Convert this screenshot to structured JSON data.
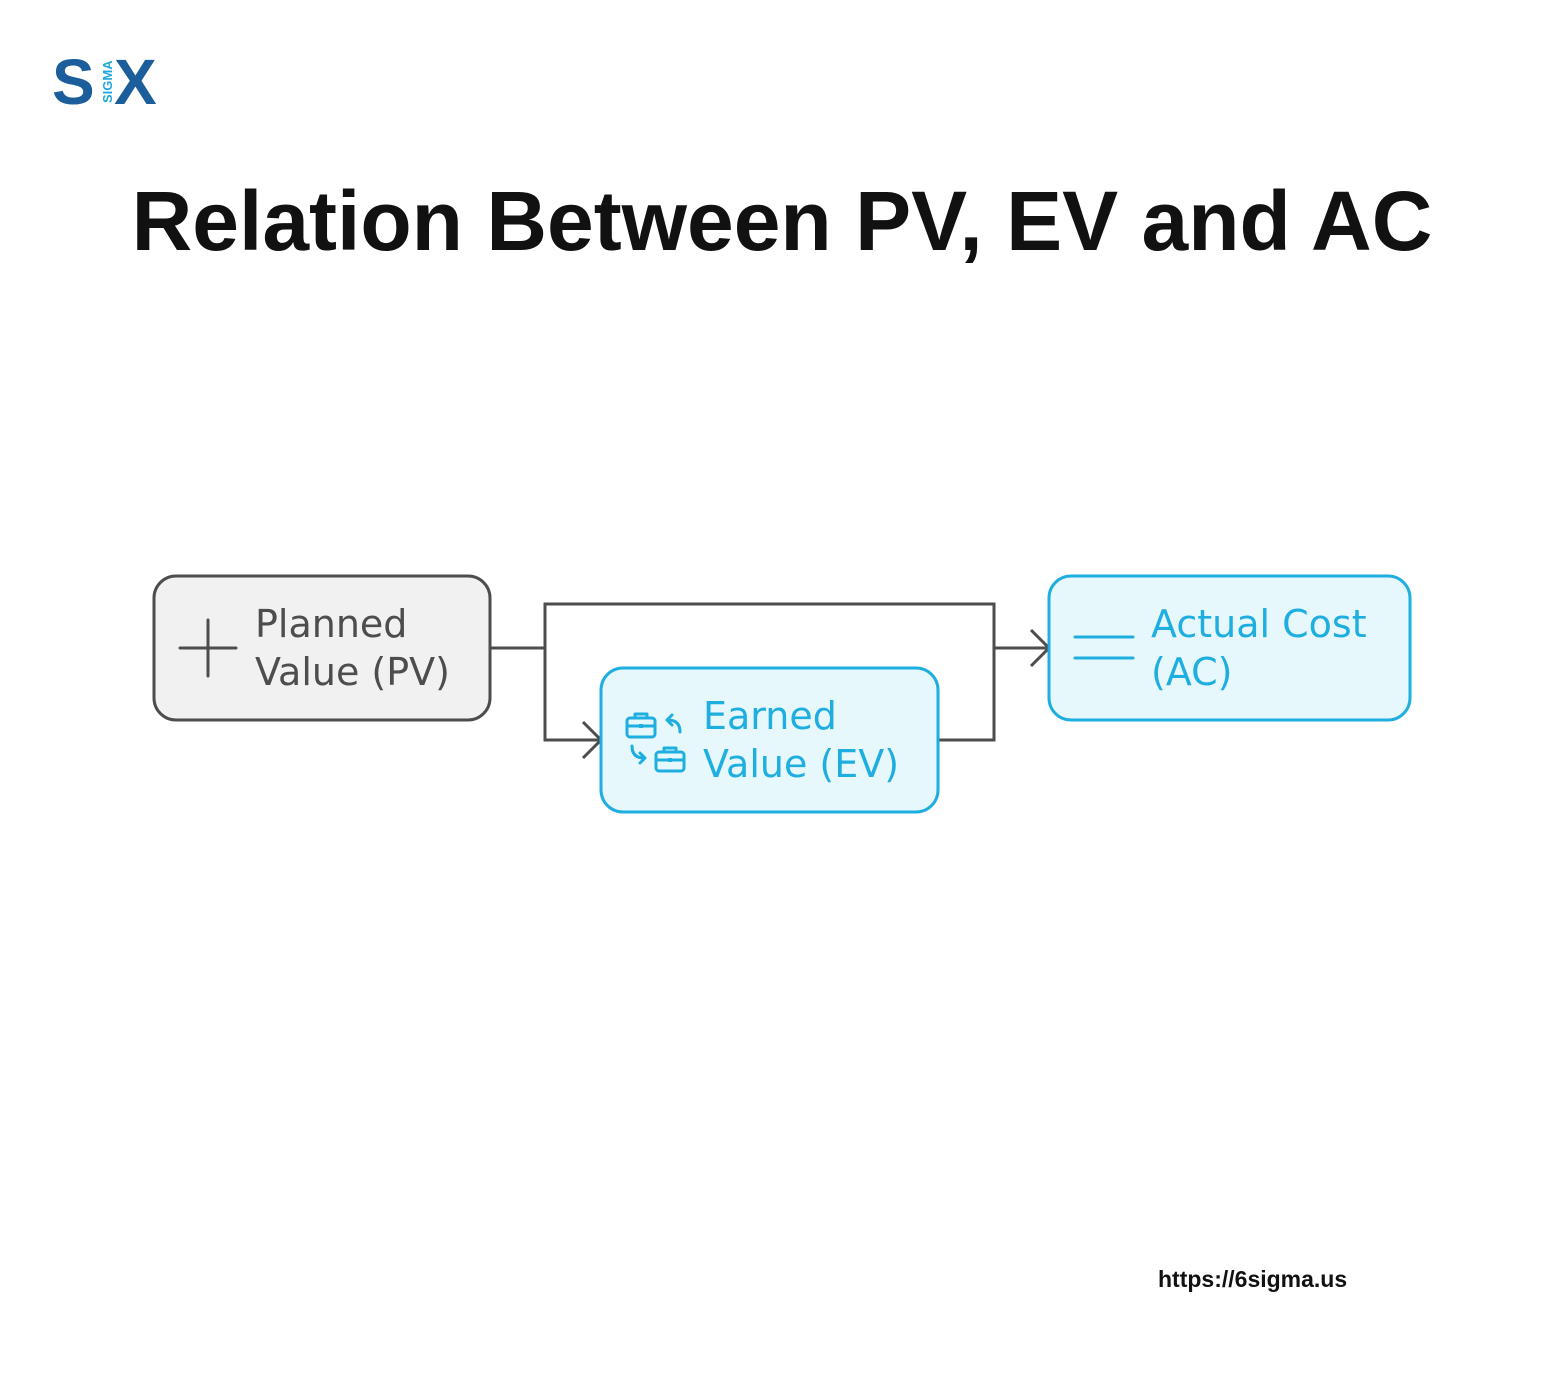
{
  "logo": {
    "letter_s": "S",
    "letter_x": "X",
    "vertical_text": "SIGMA"
  },
  "title": "Relation Between PV, EV and AC",
  "nodes": {
    "pv": {
      "line1": "Planned",
      "line2": "Value (PV)",
      "icon": "plus-icon"
    },
    "ev": {
      "line1": "Earned",
      "line2": "Value (EV)",
      "icon": "briefcase-exchange-icon"
    },
    "ac": {
      "line1": "Actual Cost",
      "line2": "(AC)",
      "icon": "equals-icon"
    }
  },
  "colors": {
    "gray_stroke": "#4d4d4d",
    "gray_fill": "#f1f1f1",
    "blue_stroke": "#1eaee0",
    "blue_fill": "#e7f8fd",
    "logo_dark": "#1b5e9b",
    "logo_light": "#1ea7de"
  },
  "footer": {
    "url": "https://6sigma.us"
  }
}
